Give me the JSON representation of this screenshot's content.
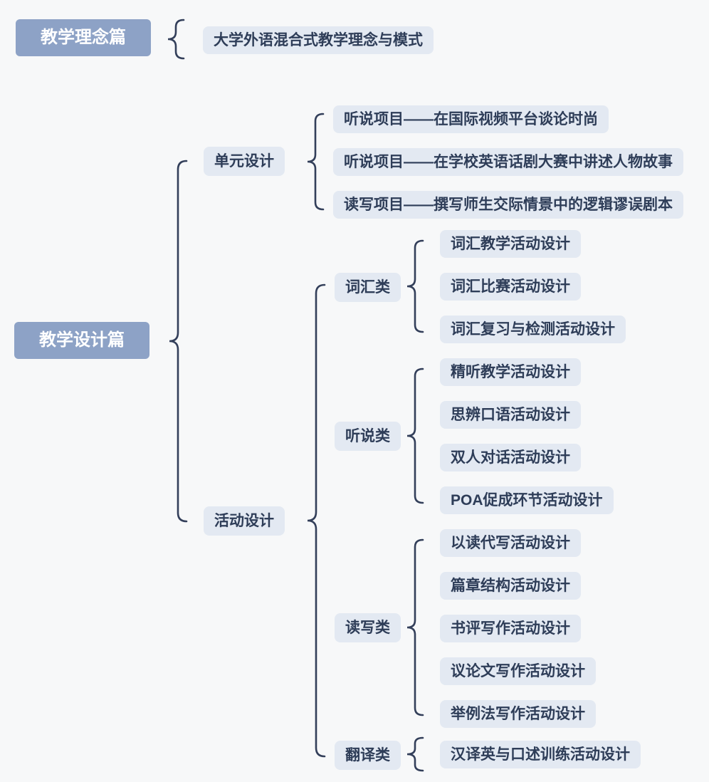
{
  "colors": {
    "background": "#f7f8f9",
    "root_bg": "#8da2c6",
    "root_text": "#ffffff",
    "node_bg": "#e3e9f2",
    "node_text": "#2e3d58",
    "brace": "#333f5a"
  },
  "mindmap": {
    "concept": {
      "root": "教学理念篇",
      "child": "大学外语混合式教学理念与模式"
    },
    "design": {
      "root": "教学设计篇",
      "unit": {
        "label": "单元设计",
        "items": [
          "听说项目——在国际视频平台谈论时尚",
          "听说项目——在学校英语话剧大赛中讲述人物故事",
          "读写项目——撰写师生交际情景中的逻辑谬误剧本"
        ]
      },
      "activity": {
        "label": "活动设计",
        "groups": [
          {
            "label": "词汇类",
            "items": [
              "词汇教学活动设计",
              "词汇比赛活动设计",
              "词汇复习与检测活动设计"
            ]
          },
          {
            "label": "听说类",
            "items": [
              "精听教学活动设计",
              "思辨口语活动设计",
              "双人对话活动设计",
              "POA促成环节活动设计"
            ]
          },
          {
            "label": "读写类",
            "items": [
              "以读代写活动设计",
              "篇章结构活动设计",
              "书评写作活动设计",
              "议论文写作活动设计",
              "举例法写作活动设计"
            ]
          },
          {
            "label": "翻译类",
            "items": [
              "汉译英与口述训练活动设计"
            ]
          }
        ]
      }
    }
  }
}
